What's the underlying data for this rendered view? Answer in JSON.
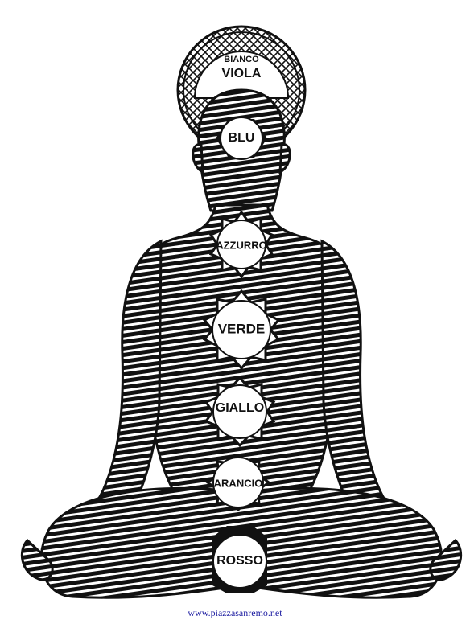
{
  "labels": {
    "crown_outer": "BIANCO",
    "crown_inner": "VIOLA",
    "third_eye": "BLU",
    "throat": "AZZURRO",
    "heart": "VERDE",
    "solar_plexus": "GIALLO",
    "sacral": "ARANCIO",
    "root": "ROSSO"
  },
  "credit": "www.piazzasanremo.net",
  "colors": {
    "ink": "#111111",
    "paper": "#ffffff",
    "link": "#1a1aa0"
  }
}
